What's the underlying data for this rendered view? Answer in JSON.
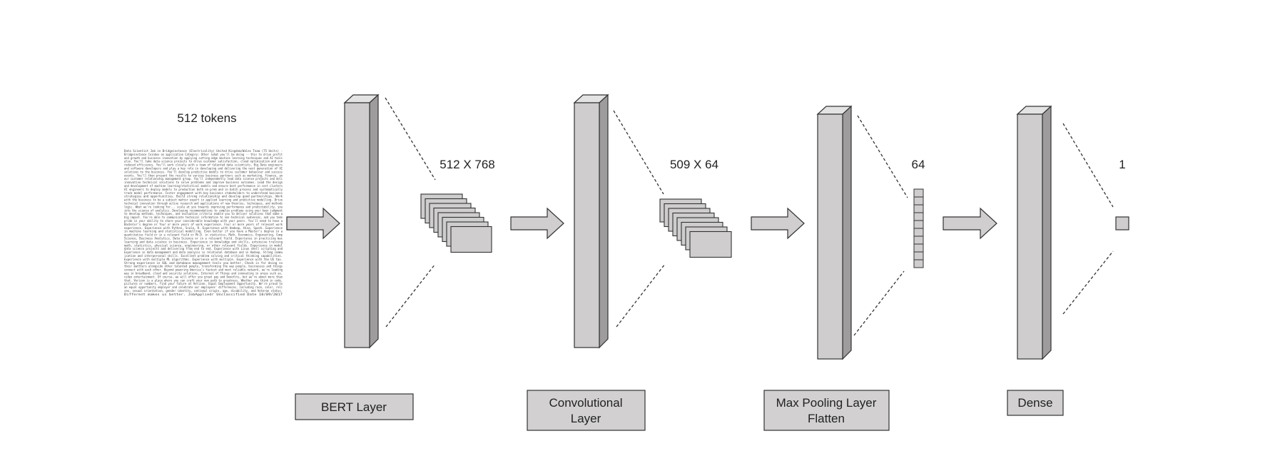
{
  "input": {
    "token_count_label": "512 tokens",
    "text_lines": [
      "Data Scientist Job in Bridgeinstance (Electricality) United Kingdom/Wales Team (75 Units) -",
      "Bridgeinstance Coinbox on application Category: Other (what you'll be doing -- this to drive profit",
      "and growth and business innovation by applying cutting-edge machine learning techniques and AI tools",
      "also. You'll take data-science projects to drive customer satisfaction, cloud optimization and sim",
      "reduced efficiency. You'll work closely with a team of talented data scientists, Big Data engineers",
      "and software developers and play a key role in developing and delivering the next generation of AI",
      "solutions to the business. You'll develop predictive models to drive customer behaviour and success",
      "events. You'll then present the results to various business partners such as marketing, finance, an",
      "our customer relationship management group. You'll independently lead data science projects and deli",
      "innovative technical solutions to solve problems and improve business outcomes. Lead the design",
      "and development of machine learning/statistical models and ensure best performance in cost clusters",
      "AI engineers to deploy models to production both on-prem and in batch process and systematically",
      "track model performance. Foster engagement with key business stakeholders to understand business",
      "strategies and opportunities. Build strong relationship and develop good partnerships. Work",
      "with the business to be a subject matter expert in applied learning and predictive modelling. Drive",
      "technical innovation through active research and applications of new theories, techniques, and methods",
      "logic. What we're looking for... scale at you towards improving performance and predictability, you",
      "into the science of analytics. Developing recommendations to complex problems using your keen judgment",
      "to develop methods, techniques, and evaluation criteria enable you to deliver solutions that make a",
      "big impact. You're able to communicate technical information to non-technical audiences, and you take",
      "pride in your ability to share your considerable knowledge with your peers. You'll need to have a",
      "Bachelor's degree or four or more years of work experience. Four or more years of relevant work",
      "experience. Experience with Python, Scala, R. Experience with Hadoop, Hive, Spark. Experience",
      "in machine learning and statistical modelling. Even better if you have a Master's degree in a",
      "quantitative field or in a relevant field or Ph.D. in statistics, Math, Economics, Engineering, Comp",
      "Science, Business Analytics, Data Science or in a relevant field. Experience in practicing mac",
      "learning and data science in business. Experience in knowledge and skills, extensive training",
      "math, statistics, physical science, engineering, or other relevant fields. Experience in model",
      "data science projects and delivering from end to end. Experience with Linux shell scripting and",
      "Experience in data management and data analysis in relational database and in Hadoop. Strong commu",
      "ication and interpersonal skills. Excellent problem solving and critical thinking capabilities.",
      "Experience with multiple ML algorithms. Experience with multiple. Experience with the US tax.",
      "Strong experience in SQL and database management tools you better. Check is for doing so",
      "their mattters alongside other talented people, transforming the way people, businesses and things",
      "connect with each other. Beyond powering America's fastest and most reliable network, we're leading",
      "way in broadband, cloud and security solutions, Internet of Things and innovating in areas such as,",
      "video entertainment. Of course, we will offer you great pay and benefits, but we're about more than",
      "that. Verizon is a place where you can craft your own path to greatness. Whether you think in code,",
      "pictures or numbers, find your future at Verizon. Equal Employment Opportunity. We're proud to",
      "an equal opportunity employer and celebrate our employees' differences, including race, color, reli",
      "sex, sexual orientation, gender identity, national origin, age, disability, and Veteran status.",
      "Different makes us better. JobAppliedr Unclassified Date 18/09/2017"
    ]
  },
  "layers": [
    {
      "name": "bert",
      "label_lines": [
        "BERT Layer"
      ],
      "output_shape_label": "512 X 768"
    },
    {
      "name": "convolutional",
      "label_lines": [
        "Convolutional",
        "Layer"
      ],
      "output_shape_label": "509 X 64"
    },
    {
      "name": "max-pooling",
      "label_lines": [
        "Max Pooling Layer",
        "Flatten"
      ],
      "output_shape_label": "64"
    },
    {
      "name": "dense",
      "label_lines": [
        "Dense"
      ],
      "output_shape_label": "1"
    }
  ],
  "colors": {
    "block_front": "#cfcdce",
    "block_top": "#e4e3e4",
    "block_side": "#9e9c9d",
    "label_box": "#d2d0d1",
    "stroke": "#333333",
    "arrow_fill": "#d0cecf"
  }
}
